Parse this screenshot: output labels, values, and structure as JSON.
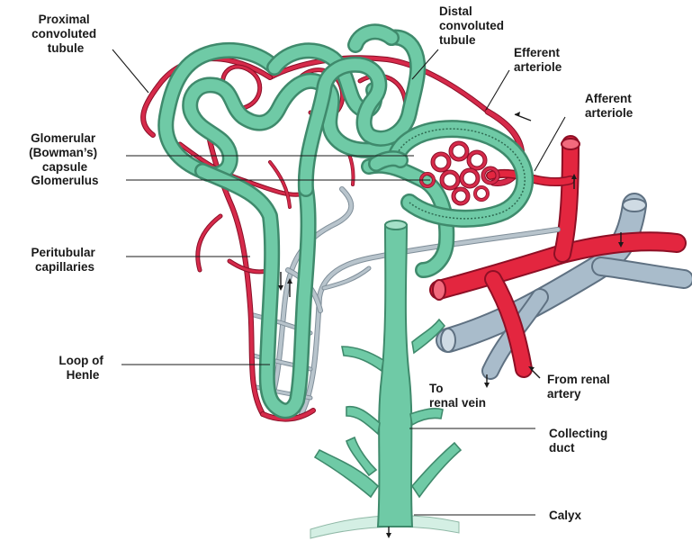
{
  "labels": {
    "proximal": [
      "Proximal",
      "convoluted",
      "tubule"
    ],
    "distal": [
      "Distal",
      "convoluted",
      "tubule"
    ],
    "efferent": [
      "Efferent",
      "arteriole"
    ],
    "afferent": [
      "Afferent",
      "arteriole"
    ],
    "glomerular_capsule": [
      "Glomerular",
      "(Bowman’s)",
      "capsule"
    ],
    "glomerulus": [
      "Glomerulus"
    ],
    "peritubular": [
      "Peritubular",
      "capillaries"
    ],
    "loop": [
      "Loop of",
      "Henle"
    ],
    "to_renal_vein": [
      "To",
      "renal vein"
    ],
    "from_renal_artery": [
      "From renal",
      "artery"
    ],
    "collecting_duct": [
      "Collecting",
      "duct"
    ],
    "calyx": [
      "Calyx"
    ]
  },
  "colors": {
    "tubule": "#6fcaa6",
    "tubule_edge": "#3f8a6c",
    "artery": "#e3263f",
    "vein": "#a9bccb",
    "capillary": "#d62a4a"
  }
}
